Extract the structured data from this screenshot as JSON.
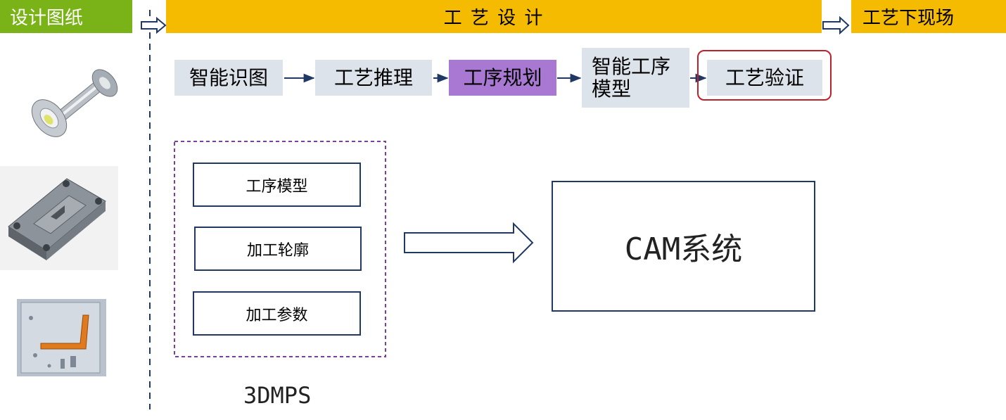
{
  "header": {
    "left_label": "设计图纸",
    "center_label": "工 艺 设 计",
    "right_label": "工艺下现场"
  },
  "flow_steps": [
    {
      "label": "智能识图"
    },
    {
      "label": "工艺推理"
    },
    {
      "label": "工序规划"
    },
    {
      "label": "智能工序模型"
    },
    {
      "label": "工艺验证"
    }
  ],
  "group_3dmps": {
    "items": [
      "工序模型",
      "加工轮廓",
      "加工参数"
    ],
    "caption": "3DMPS"
  },
  "cam_system": {
    "label": "CAM系统"
  },
  "colors": {
    "header_green": "#7ab317",
    "header_orange": "#f5bb00",
    "step_bg": "#dde3ea",
    "step_highlight": "#a978d3",
    "navy": "#1f3864",
    "validation_border": "#c0202a",
    "group_border": "#7b3fa0"
  },
  "thumbnails": [
    "pipe-part-icon",
    "mold-plate-icon",
    "sheet-metal-icon"
  ]
}
